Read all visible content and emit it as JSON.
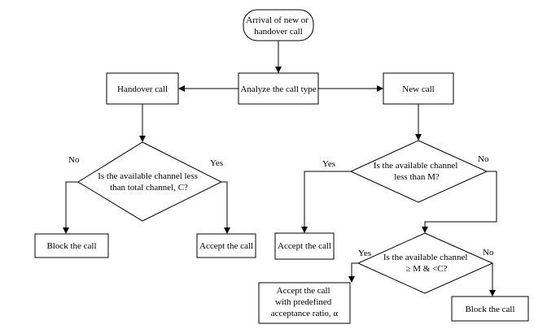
{
  "nodes": {
    "start": {
      "lines": [
        "Arrival of new or",
        "handover call"
      ]
    },
    "analyze": {
      "lines": [
        "Analyze the call type"
      ]
    },
    "handover": {
      "lines": [
        "Handover call"
      ]
    },
    "new_call": {
      "lines": [
        "New call"
      ]
    },
    "decision_handover": {
      "lines": [
        "Is the available channel less",
        "than total channel, C?"
      ]
    },
    "decision_m": {
      "lines": [
        "Is the available channel",
        "less than M?"
      ]
    },
    "decision_range": {
      "lines": [
        "Is the available channel",
        "≥ M & <C?"
      ]
    },
    "block_handover": {
      "lines": [
        "Block the call"
      ]
    },
    "accept_handover": {
      "lines": [
        "Accept the call"
      ]
    },
    "accept_new": {
      "lines": [
        "Accept the call"
      ]
    },
    "accept_ratio": {
      "lines": [
        "Accept the call",
        "with predefined",
        "acceptance ratio, α"
      ]
    },
    "block_new": {
      "lines": [
        "Block the call"
      ]
    }
  },
  "edge_labels": {
    "handover_no": "No",
    "handover_yes": "Yes",
    "m_yes": "Yes",
    "m_no": "No",
    "range_yes": "Yes",
    "range_no": "No"
  }
}
